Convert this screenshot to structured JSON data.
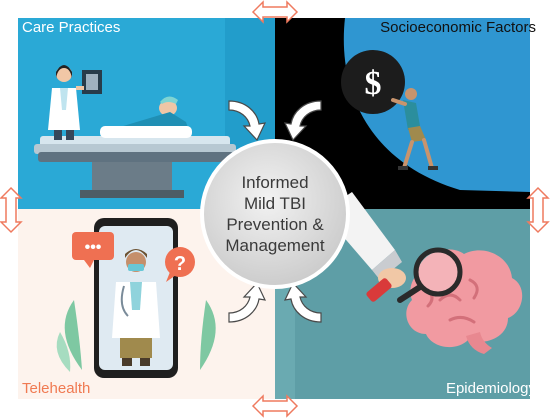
{
  "quadrants": {
    "care_practices": "Care Practices",
    "socioeconomic_factors": "Socioeconomic Factors",
    "telehealth": "Telehealth",
    "epidemiology": "Epidemiology"
  },
  "center": {
    "line1": "Informed",
    "line2": "Mild TBI",
    "line3": "Prevention &",
    "line4": "Management"
  },
  "icons": {
    "sisyphus_symbol": "$",
    "speech_bubble_left": "•••",
    "speech_bubble_right": "?"
  },
  "colors": {
    "care_bg": "#2aa9d6",
    "socio_bg": "#2f96d1",
    "socio_hill": "#000000",
    "tele_bg": "#fdf3ed",
    "epi_bg": "#5e9ea6",
    "arrow_outline": "#ef7a5f",
    "center_fill": "#d8d8d8"
  }
}
